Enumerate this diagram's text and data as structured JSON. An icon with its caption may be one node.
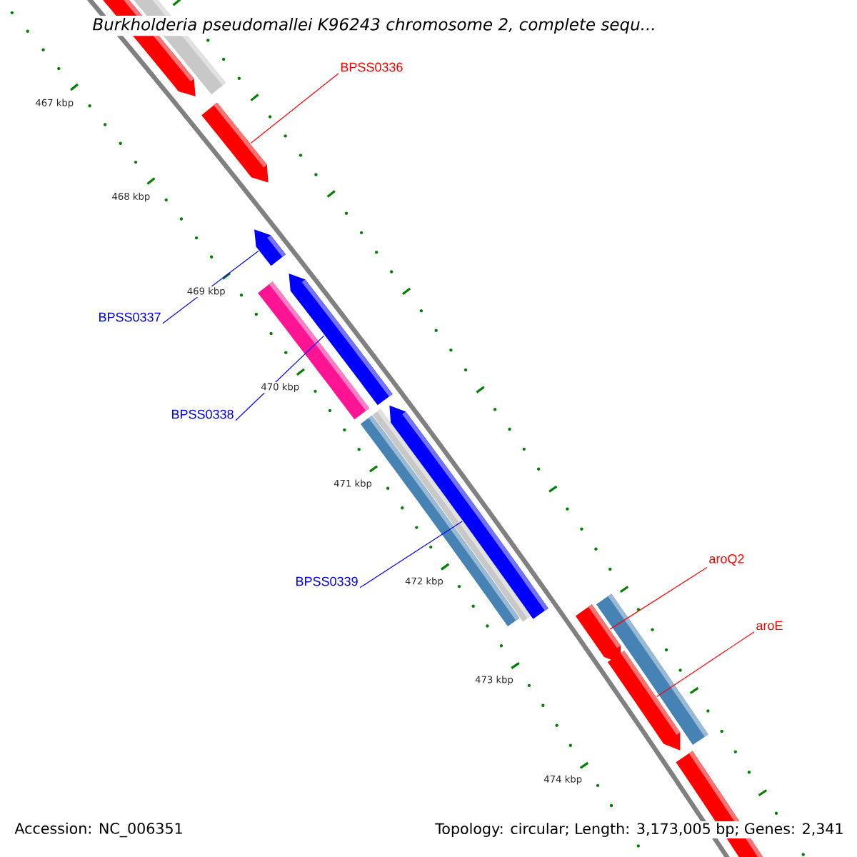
{
  "diagram": {
    "title": "Burkholderia pseudomallei K96243 chromosome 2, complete sequ...",
    "nodes": [
      {
        "text": [
          "BPSS0336"
        ]
      },
      {
        "text": [
          "BPSS0337"
        ]
      },
      {
        "text": [
          "BPSS0338"
        ]
      },
      {
        "text": [
          "aroQ2"
        ]
      },
      {
        "text": [
          "BPSS0339"
        ]
      },
      {
        "text": [
          "aroE"
        ]
      },
      {
        "text": [],
        "shape": "bar"
      },
      {
        "text": [],
        "shape": "bar"
      },
      {
        "text": [],
        "shape": "bar"
      },
      {
        "text": [],
        "shape": "bar"
      },
      {
        "text": [],
        "shape": "bar"
      },
      {
        "text": [],
        "shape": "bar"
      }
    ],
    "edges": [
      {
        "from": 0,
        "to": 6,
        "arrow": "none",
        "color": "#ff0000"
      },
      {
        "from": 1,
        "to": 7,
        "arrow": "none",
        "color": "#0000ff"
      },
      {
        "from": 2,
        "to": 8,
        "arrow": "none",
        "color": "#0000ff"
      },
      {
        "from": 3,
        "to": 10,
        "arrow": "none",
        "color": "#ff0000"
      },
      {
        "from": 4,
        "to": 9,
        "arrow": "none",
        "color": "#0000ff"
      },
      {
        "from": 5,
        "to": 11,
        "arrow": "none",
        "color": "#ff0000"
      }
    ],
    "labels": [
      "467 kbp",
      "468 kbp",
      "469 kbp",
      "470 kbp",
      "471 kbp",
      "472 kbp",
      "473 kbp",
      "474 kbp",
      "Accession: NC_006351",
      "Topology: circular; Length: 3,173,005 bp; Genes: 2,341"
    ]
  }
}
